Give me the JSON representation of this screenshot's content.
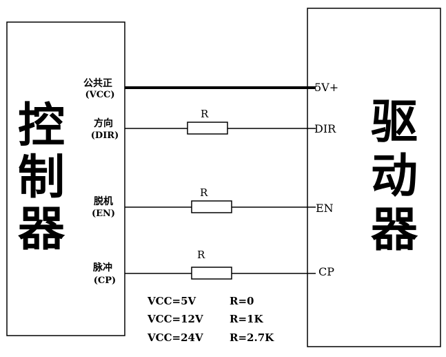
{
  "controller": {
    "label_chars": [
      "控",
      "制",
      "器"
    ],
    "signals": [
      {
        "cn": "公共正",
        "en": "(VCC)"
      },
      {
        "cn": "方向",
        "en": "(DIR)"
      },
      {
        "cn": "脱机",
        "en": "(EN)"
      },
      {
        "cn": "脉冲",
        "en": "(CP)"
      }
    ]
  },
  "driver": {
    "label_chars": [
      "驱",
      "动",
      "器"
    ],
    "terminals": [
      "5V+",
      "DIR",
      "EN",
      "CP"
    ]
  },
  "resistor_label": "R",
  "notes": [
    {
      "vcc": "VCC=5V",
      "r": "R=0"
    },
    {
      "vcc": "VCC=12V",
      "r": "R=1K"
    },
    {
      "vcc": "VCC=24V",
      "r": "R=2.7K"
    }
  ]
}
